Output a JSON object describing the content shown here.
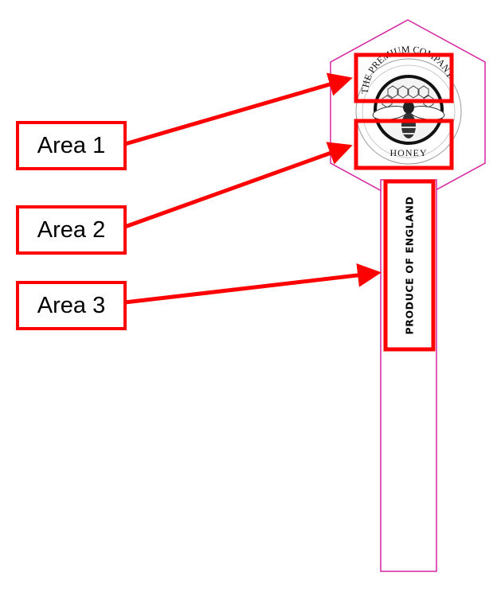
{
  "labels": [
    "Area 1",
    "Area 2",
    "Area 3"
  ],
  "logo": {
    "top_text": "THE PREMIUM COMPANY",
    "bottom_text": "HONEY"
  },
  "strip_text": "PRODUCE OF ENGLAND",
  "colors": {
    "outline": "#d6249f",
    "highlight": "#ff0000"
  }
}
